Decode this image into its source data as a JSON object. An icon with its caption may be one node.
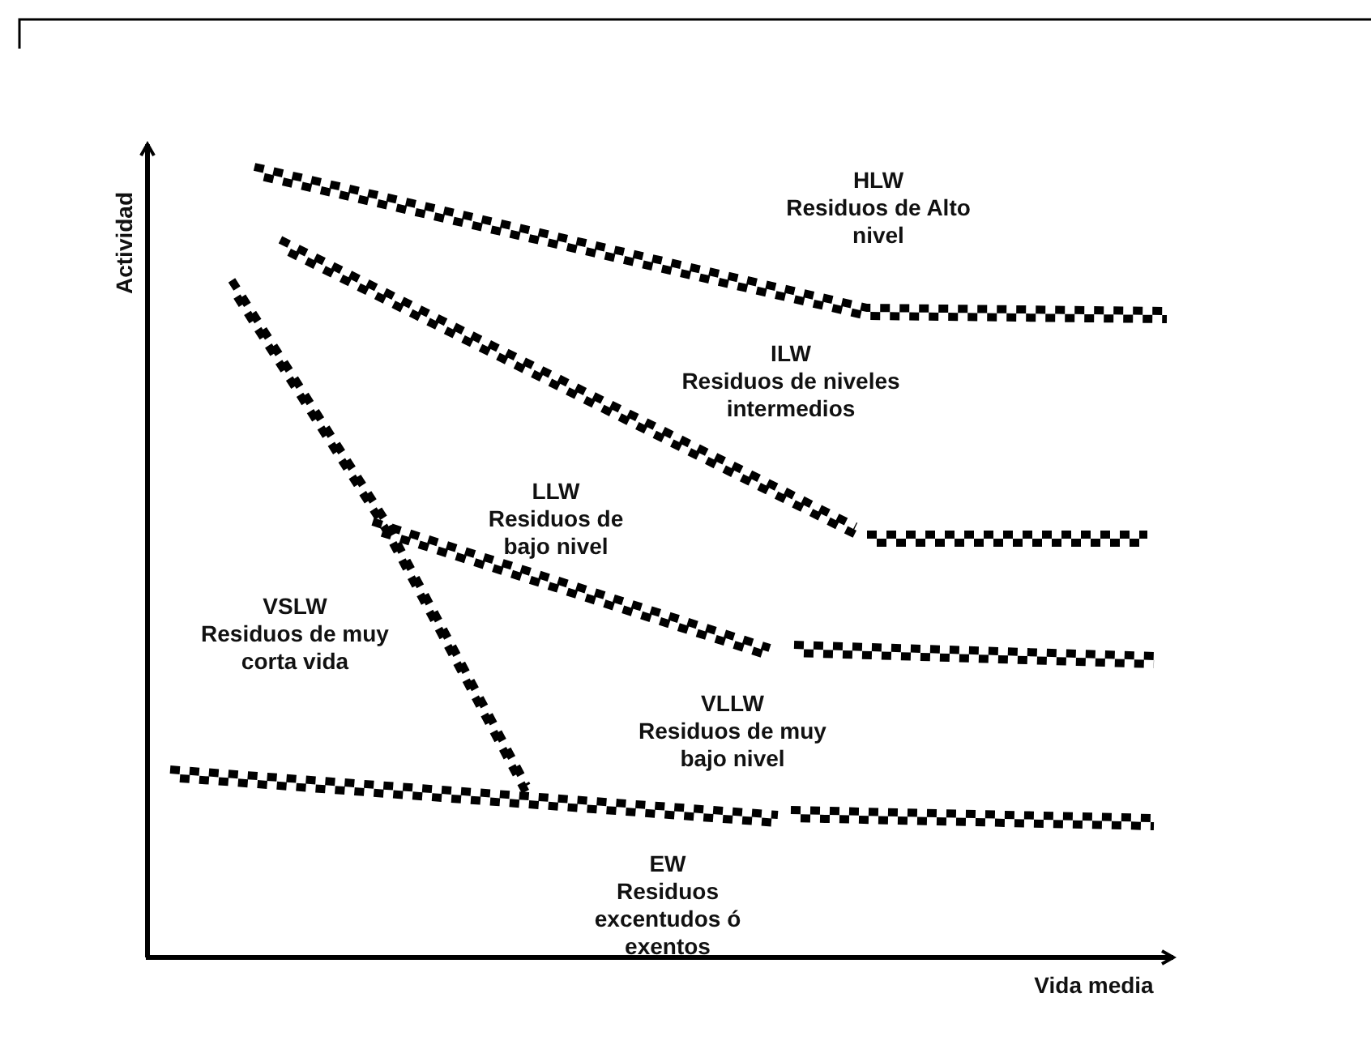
{
  "diagram": {
    "labels": [
      "Actividad",
      "HLW",
      "Residuos de Alto nivel",
      "ILW",
      "Residuos de niveles intermedios",
      "LLW",
      "Residuos de bajo nivel",
      "VSLW",
      "Residuos de muy corta vida",
      "VLLW",
      "Residuos de muy bajo nivel",
      "EW",
      "Residuos excentudos ó exentos",
      "Vida media"
    ]
  }
}
